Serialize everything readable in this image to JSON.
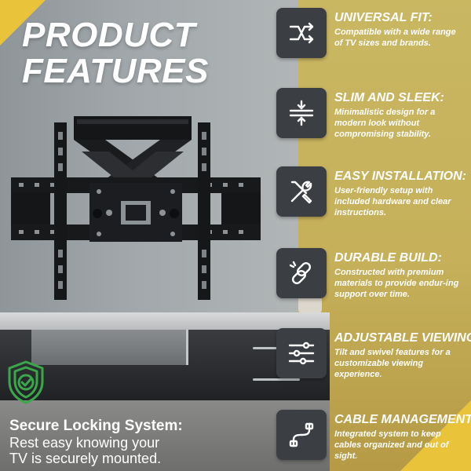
{
  "headline": {
    "line1": "PRODUCT",
    "line2": "FEATURES"
  },
  "features": [
    {
      "icon": "arrows-swap-icon",
      "title": "UNIVERSAL FIT:",
      "description": "Compatible with a wide range of TV sizes and brands."
    },
    {
      "icon": "compress-arrows-icon",
      "title": "SLIM AND SLEEK:",
      "description": "Minimalistic design for a modern look without compromising stability."
    },
    {
      "icon": "tools-icon",
      "title": "EASY INSTALLATION:",
      "description": "User-friendly setup with included hardware and clear instructions."
    },
    {
      "icon": "chain-link-icon",
      "title": "DURABLE BUILD:",
      "description": "Constructed with premium materials to provide endur-ing support over time."
    },
    {
      "icon": "sliders-icon",
      "title": "ADJUSTABLE VIEWING:",
      "description": "Tilt and swivel features for a customizable viewing experience."
    },
    {
      "icon": "cable-icon",
      "title": "CABLE MANAGEMENT:",
      "description": "Integrated system to keep cables organized and out of sight."
    }
  ],
  "secure": {
    "icon": "shield-check-icon",
    "title": "Secure Locking System:",
    "line1": "Rest easy knowing your",
    "line2": "TV is securely mounted."
  },
  "colors": {
    "accent_yellow": "#e9c43a",
    "icon_box": "#3b3e42",
    "shield_green": "#3aa84a",
    "text": "#ffffff"
  }
}
